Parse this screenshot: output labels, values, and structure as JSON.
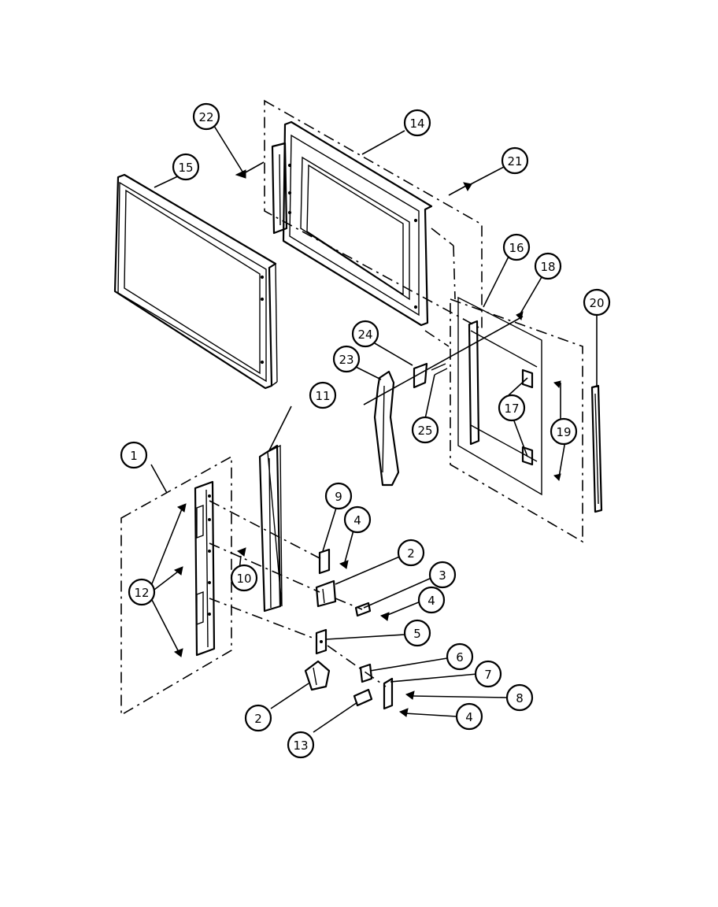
{
  "diagram": {
    "callouts": [
      {
        "id": "c1",
        "label": "1"
      },
      {
        "id": "c2a",
        "label": "2"
      },
      {
        "id": "c2b",
        "label": "2"
      },
      {
        "id": "c3",
        "label": "3"
      },
      {
        "id": "c4a",
        "label": "4"
      },
      {
        "id": "c4b",
        "label": "4"
      },
      {
        "id": "c4c",
        "label": "4"
      },
      {
        "id": "c5",
        "label": "5"
      },
      {
        "id": "c6",
        "label": "6"
      },
      {
        "id": "c7",
        "label": "7"
      },
      {
        "id": "c8",
        "label": "8"
      },
      {
        "id": "c9",
        "label": "9"
      },
      {
        "id": "c10",
        "label": "10"
      },
      {
        "id": "c11",
        "label": "11"
      },
      {
        "id": "c12",
        "label": "12"
      },
      {
        "id": "c13",
        "label": "13"
      },
      {
        "id": "c14",
        "label": "14"
      },
      {
        "id": "c15",
        "label": "15"
      },
      {
        "id": "c16",
        "label": "16"
      },
      {
        "id": "c17",
        "label": "17"
      },
      {
        "id": "c18",
        "label": "18"
      },
      {
        "id": "c19",
        "label": "19"
      },
      {
        "id": "c20",
        "label": "20"
      },
      {
        "id": "c21",
        "label": "21"
      },
      {
        "id": "c22",
        "label": "22"
      },
      {
        "id": "c23",
        "label": "23"
      },
      {
        "id": "c24",
        "label": "24"
      },
      {
        "id": "c25",
        "label": "25"
      }
    ]
  }
}
